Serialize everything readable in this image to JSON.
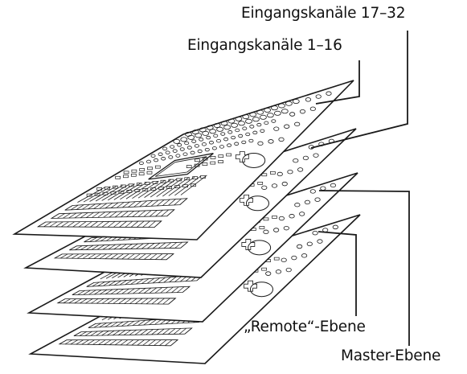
{
  "diagram": {
    "layers": [
      {
        "id": "input-17-32",
        "label": "Eingangskanäle 17–32"
      },
      {
        "id": "input-1-16",
        "label": "Eingangskanäle 1–16"
      },
      {
        "id": "remote",
        "label": "„Remote“-Ebene"
      },
      {
        "id": "master",
        "label": "Master-Ebene"
      }
    ]
  }
}
